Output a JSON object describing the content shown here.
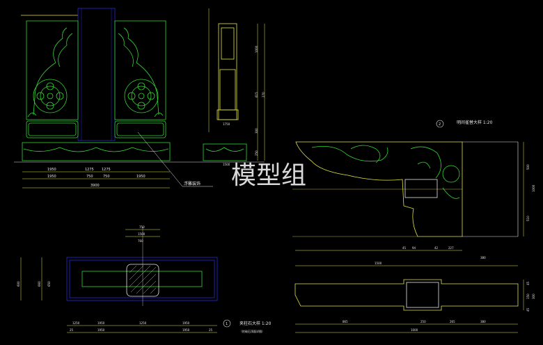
{
  "colors": {
    "background": "#000000",
    "line_green": "#33d633",
    "line_yellow": "#e6e640",
    "line_blue": "#2a2ad8",
    "line_white": "#e8e8e8"
  },
  "watermark": "模型组",
  "front_view": {
    "label": "浮雕装饰",
    "dims_bottom_row1": [
      "1950",
      "1275",
      "1275"
    ],
    "dims_bottom_row2": [
      "1950",
      "750",
      "750",
      "1950"
    ],
    "dims_total": "3900"
  },
  "side_view": {
    "dims_right": [
      "1000",
      "615",
      "270",
      "300",
      "250"
    ],
    "dims_bottom": [
      "1750",
      "1500"
    ]
  },
  "detail_view": {
    "number": "2",
    "title": "明间雀替大样 1:20",
    "dims_right": [
      "500",
      "1000",
      "510"
    ],
    "dims_bottom": [
      "45",
      "94",
      "42",
      "227",
      "380",
      "1500"
    ],
    "plan_dims_bottom": [
      "865",
      "250",
      "265",
      "380",
      "1000"
    ],
    "plan_dims_right": [
      "45",
      "150",
      "45",
      "300"
    ]
  },
  "plan_view": {
    "number": "1",
    "title": "夹柱石大样 1:20",
    "subtitle": "（柱础石顶面详图）",
    "dims_top": [
      "750",
      "1500",
      "760"
    ],
    "dims_bottom_row1": [
      "1250",
      "1950",
      "1250",
      "1950"
    ],
    "dims_bottom_row2": [
      "25",
      "1950",
      "1950",
      "25"
    ],
    "dims_left": [
      "600",
      "660",
      "650"
    ]
  }
}
